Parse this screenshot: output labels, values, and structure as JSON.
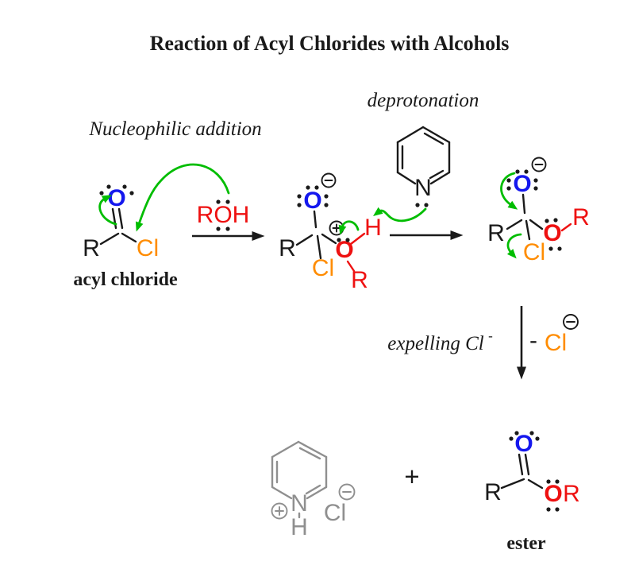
{
  "title": "Reaction of Acyl Chlorides with Alcohols",
  "steps": {
    "nucleophilic_addition": "Nucleophilic addition",
    "deprotonation": "deprotonation",
    "expelling": "expelling Cl",
    "expelling_superscript": "-"
  },
  "molecules": {
    "acyl_chloride_caption": "acyl chloride",
    "ester_caption": "ester",
    "reagent": "ROH",
    "plus_sign": "+",
    "byproduct": {
      "minus": "-",
      "chloride": "Cl"
    }
  },
  "symbols": {
    "R": "R",
    "O": "O",
    "Cl": "Cl",
    "H": "H",
    "N": "N"
  },
  "colors": {
    "ink": "#1a1a1a",
    "oxygen_blue": "#1518ee",
    "red": "#ee1111",
    "chlorine_orange": "#ff8c00",
    "arrow_green": "#00bd00",
    "product_gray": "#8f8f8f"
  }
}
